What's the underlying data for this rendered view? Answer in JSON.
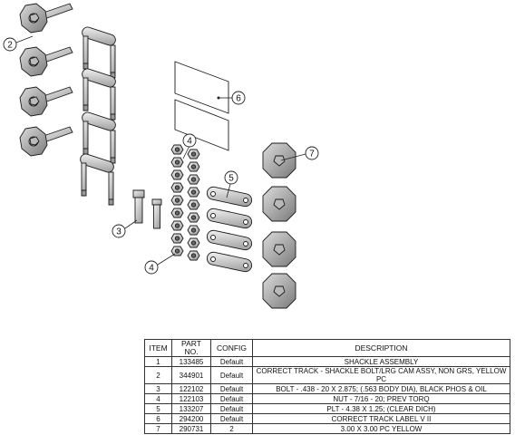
{
  "callouts": [
    "2",
    "6",
    "4",
    "7",
    "5",
    "3",
    "4"
  ],
  "bom": {
    "headers": [
      "ITEM",
      "PART NO.",
      "CONFIG",
      "DESCRIPTION"
    ],
    "rows": [
      {
        "item": "1",
        "part": "133485",
        "config": "Default",
        "desc": "SHACKLE ASSEMBLY"
      },
      {
        "item": "2",
        "part": "344901",
        "config": "Default",
        "desc": "CORRECT TRACK - SHACKLE BOLT/LRG CAM ASSY, NON GRS, YELLOW PC"
      },
      {
        "item": "3",
        "part": "122102",
        "config": "Default",
        "desc": "BOLT - .438 - 20 X 2.875; (.563 BODY DIA), BLACK PHOS & OIL"
      },
      {
        "item": "4",
        "part": "122103",
        "config": "Default",
        "desc": "NUT - 7/16 - 20; PREV TORQ"
      },
      {
        "item": "5",
        "part": "133207",
        "config": "Default",
        "desc": "PLT - 4.38 X 1.25; (CLEAR DICH)"
      },
      {
        "item": "6",
        "part": "294200",
        "config": "Default",
        "desc": "CORRECT TRACK LABEL V II"
      },
      {
        "item": "7",
        "part": "290731",
        "config": "2",
        "desc": "3.00 X 3.00  PC YELLOW"
      }
    ]
  }
}
